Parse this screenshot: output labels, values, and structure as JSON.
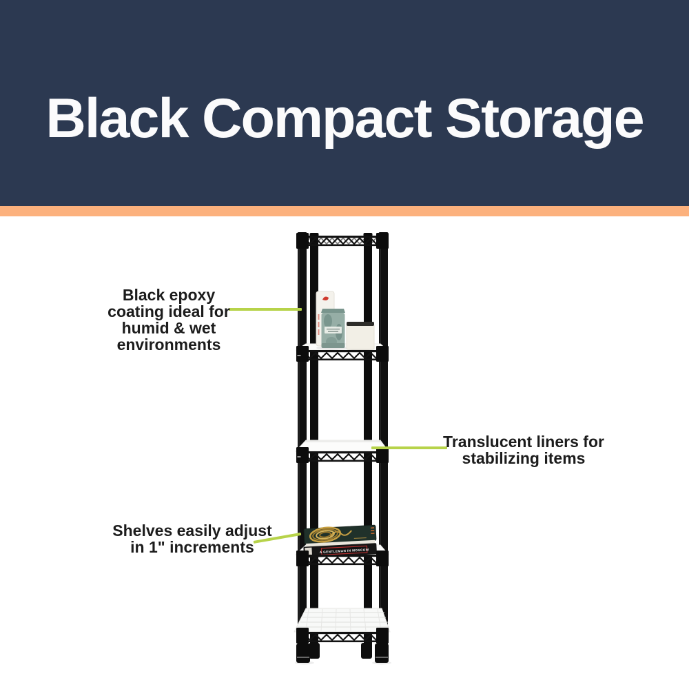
{
  "banner": {
    "title": "Black Compact Storage"
  },
  "colors": {
    "banner_bg": "#2c3951",
    "accent_stripe": "#fcb17d",
    "pointer_line": "#b7d34a",
    "callout_text": "#1c1c1c",
    "title_text": "#fbfbfc",
    "shelf_black": "#111111"
  },
  "callouts": [
    {
      "name": "epoxy-coating",
      "lines": [
        "Black epoxy",
        "coating ideal for",
        "humid & wet",
        "environments"
      ]
    },
    {
      "name": "translucent-liners",
      "lines": [
        "Translucent liners for",
        "stabilizing items"
      ]
    },
    {
      "name": "shelf-adjust",
      "lines": [
        "Shelves easily adjust",
        "in 1\" increments"
      ]
    }
  ],
  "product": {
    "type": "5-tier black wire compact shelving unit",
    "shelf_count": 5,
    "visible_items": [
      "white cosmetic tube",
      "teal cosmetic tube",
      "white candle jar",
      "gold rope coil",
      "stacked books"
    ],
    "book_spine_text": "A GENTLEMAN IN MOSCOW"
  }
}
